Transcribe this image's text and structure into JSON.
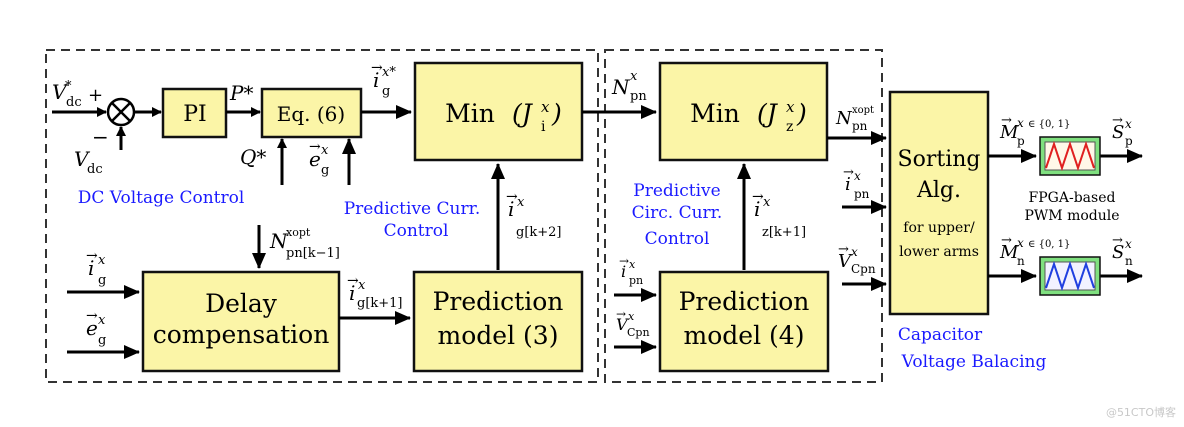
{
  "blocks": {
    "pi": "PI",
    "eq6": "Eq. (6)",
    "min_ji": "Min",
    "min_jz": "Min",
    "delay_line1": "Delay",
    "delay_line2": "compensation",
    "pred3_line1": "Prediction",
    "pred3_line2": "model (3)",
    "pred4_line1": "Prediction",
    "pred4_line2": "model (4)",
    "sorting_line1": "Sorting",
    "sorting_line2": "Alg.",
    "sorting_line3": "for upper/",
    "sorting_line4": "lower arms"
  },
  "region_labels": {
    "dc_voltage": "DC Voltage Control",
    "pred_curr_line1": "Predictive Curr.",
    "pred_curr_line2": "Control",
    "pred_circ_line1": "Predictive",
    "pred_circ_line2": "Circ. Curr.",
    "pred_circ_line3": "Control",
    "cap_line1": "Capacitor",
    "cap_line2": "Voltage Balacing"
  },
  "pwm": {
    "label_line1": "FPGA-based",
    "label_line2": "PWM module",
    "upper_color": "#e02020",
    "lower_color": "#2040e0",
    "module_fill": "#7fe07f"
  },
  "signals": {
    "vdc_star": "V",
    "vdc_star_sub": "dc",
    "vdc": "V",
    "vdc_sub": "dc",
    "plus": "+",
    "minus": "−",
    "p_star": "P*",
    "q_star": "Q*",
    "ig_star": "i",
    "eg_in": "e",
    "ig_k2": "i",
    "ig_k2_sub": "g[k+2]",
    "ig_k1": "i",
    "ig_k1_sub": "g[k+1]",
    "npn_opt_k1": "N",
    "npn_opt_k1_sub": "pn[k−1]",
    "npn_x": "N",
    "npn_x_sub": "pn",
    "iz_k1": "i",
    "iz_k1_sub": "z[k+1]",
    "ipn_in": "i",
    "vcpn_in": "V",
    "npn_opt": "N",
    "ipn_sort": "i",
    "vcpn_sort": "V",
    "mp": "M",
    "mp_set": "∈ {0, 1}",
    "mn": "M",
    "mn_set": "∈ {0, 1}",
    "sp": "S",
    "sn": "S",
    "ig_delay": "i",
    "eg_delay": "e"
  },
  "watermark": "@51CTO博客"
}
